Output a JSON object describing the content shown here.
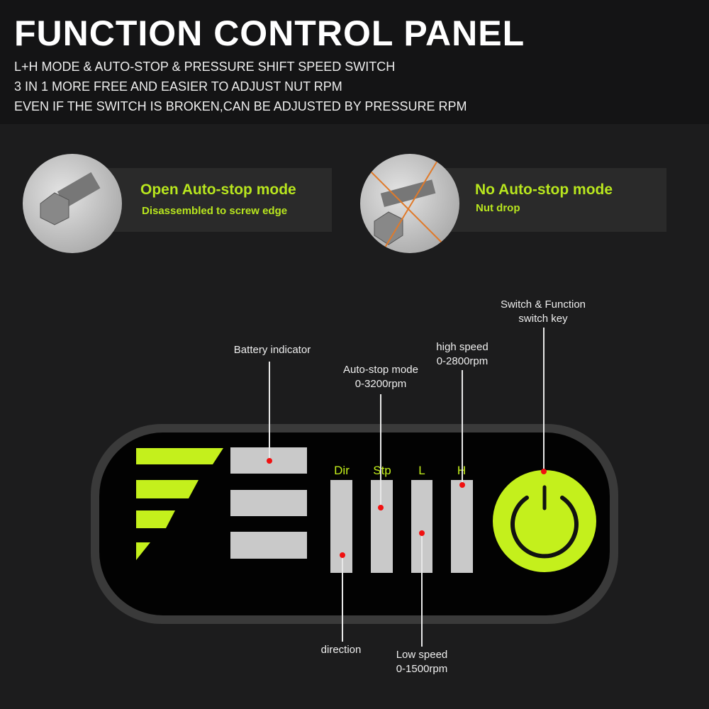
{
  "header": {
    "title": "FUNCTION CONTROL PANEL",
    "lines": [
      "L+H MODE & AUTO-STOP & PRESSURE SHIFT SPEED SWITCH",
      "3 IN 1 MORE FREE AND EASIER TO ADJUST NUT RPM",
      "EVEN IF THE SWITCH IS BROKEN,CAN BE ADJUSTED BY PRESSURE RPM"
    ]
  },
  "modes": [
    {
      "title": "Open Auto-stop mode",
      "desc": "Disassembled to screw edge"
    },
    {
      "title": "No Auto-stop mode",
      "desc": "Nut drop"
    }
  ],
  "panel": {
    "keys": [
      "Dir",
      "Stp",
      "L",
      "H"
    ],
    "callouts": {
      "battery": "Battery indicator",
      "autostop": [
        "Auto-stop mode",
        "0-3200rpm"
      ],
      "high": [
        "high speed",
        "0-2800rpm"
      ],
      "switch": [
        "Switch & Function",
        "switch key"
      ],
      "direction": "direction",
      "low": [
        "Low speed",
        "0-1500rpm"
      ]
    }
  },
  "colors": {
    "accent": "#c4f01c",
    "marker": "#f01010"
  }
}
